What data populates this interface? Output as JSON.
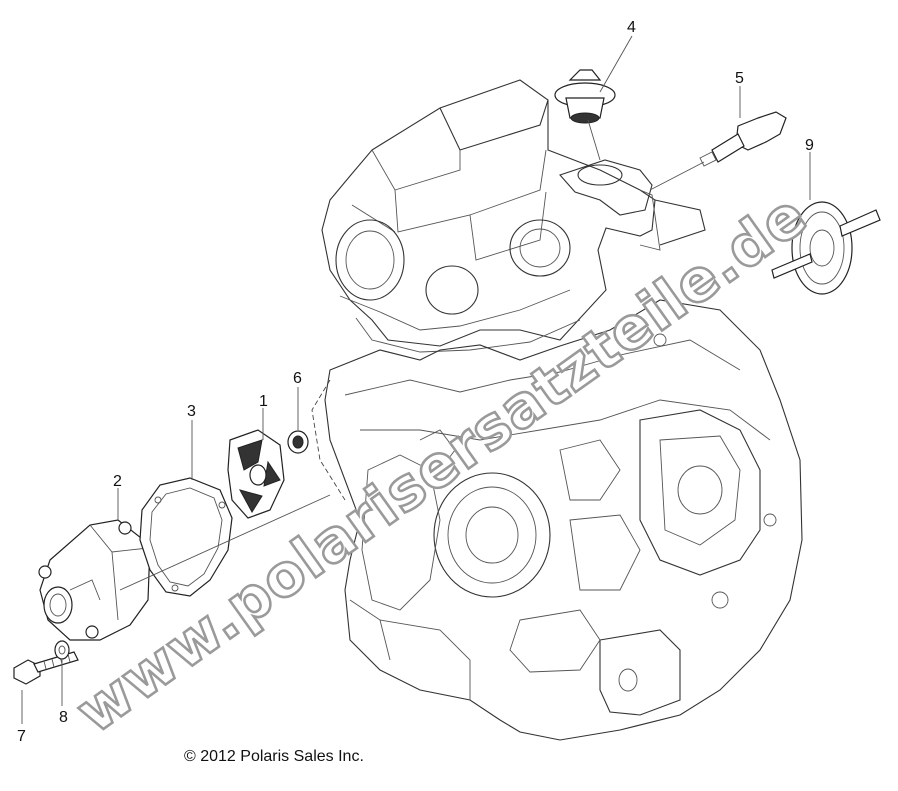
{
  "copyright": "© 2012 Polaris Sales Inc.",
  "watermark": "www.polarisersatzteile.de",
  "callouts": [
    {
      "id": "1",
      "label": "1"
    },
    {
      "id": "2",
      "label": "2"
    },
    {
      "id": "3",
      "label": "3"
    },
    {
      "id": "4",
      "label": "4"
    },
    {
      "id": "5",
      "label": "5"
    },
    {
      "id": "6",
      "label": "6"
    },
    {
      "id": "7",
      "label": "7"
    },
    {
      "id": "8",
      "label": "8"
    },
    {
      "id": "9",
      "label": "9"
    }
  ]
}
